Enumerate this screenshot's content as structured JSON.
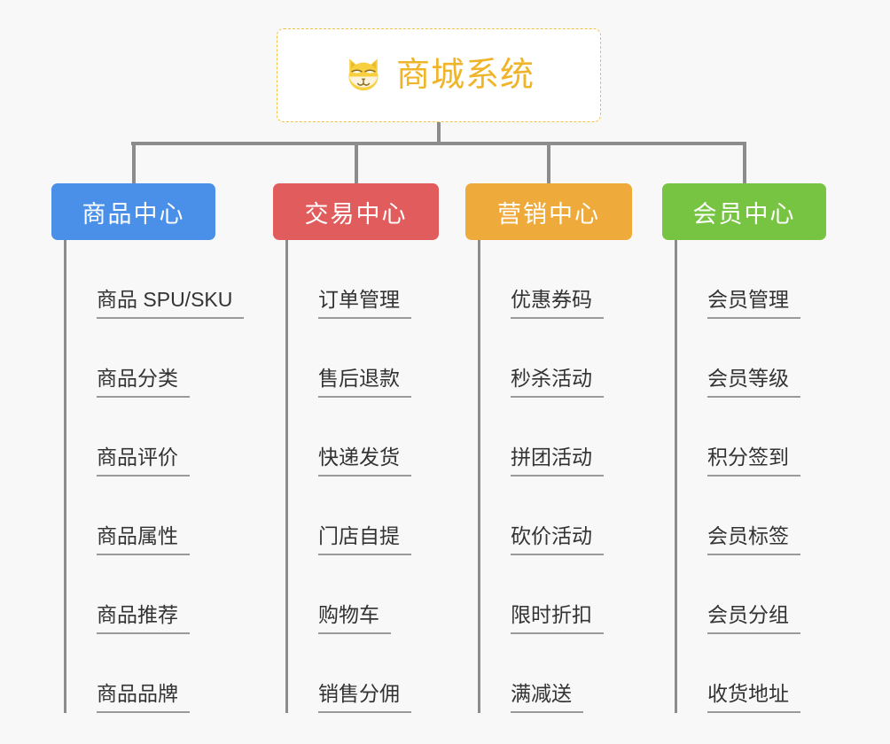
{
  "page": {
    "background_color": "#f8f8f8",
    "connector_color": "#8c8c8c",
    "leaf_text_color": "#333333",
    "leaf_underline_color": "#9a9a9a"
  },
  "root": {
    "title": "商城系统",
    "icon": "shiba-dog-icon",
    "text_color": "#f0b429",
    "border_color": "#f0c040",
    "background_color": "#ffffff"
  },
  "categories": [
    {
      "label": "商品中心",
      "color": "#4a90e8",
      "items": [
        "商品 SPU/SKU",
        "商品分类",
        "商品评价",
        "商品属性",
        "商品推荐",
        "商品品牌"
      ]
    },
    {
      "label": "交易中心",
      "color": "#e15c5c",
      "items": [
        "订单管理",
        "售后退款",
        "快递发货",
        "门店自提",
        "购物车",
        "销售分佣"
      ]
    },
    {
      "label": "营销中心",
      "color": "#eeab3c",
      "items": [
        "优惠券码",
        "秒杀活动",
        "拼团活动",
        "砍价活动",
        "限时折扣",
        "满减送"
      ]
    },
    {
      "label": "会员中心",
      "color": "#76c442",
      "items": [
        "会员管理",
        "会员等级",
        "积分签到",
        "会员标签",
        "会员分组",
        "收货地址"
      ]
    }
  ]
}
